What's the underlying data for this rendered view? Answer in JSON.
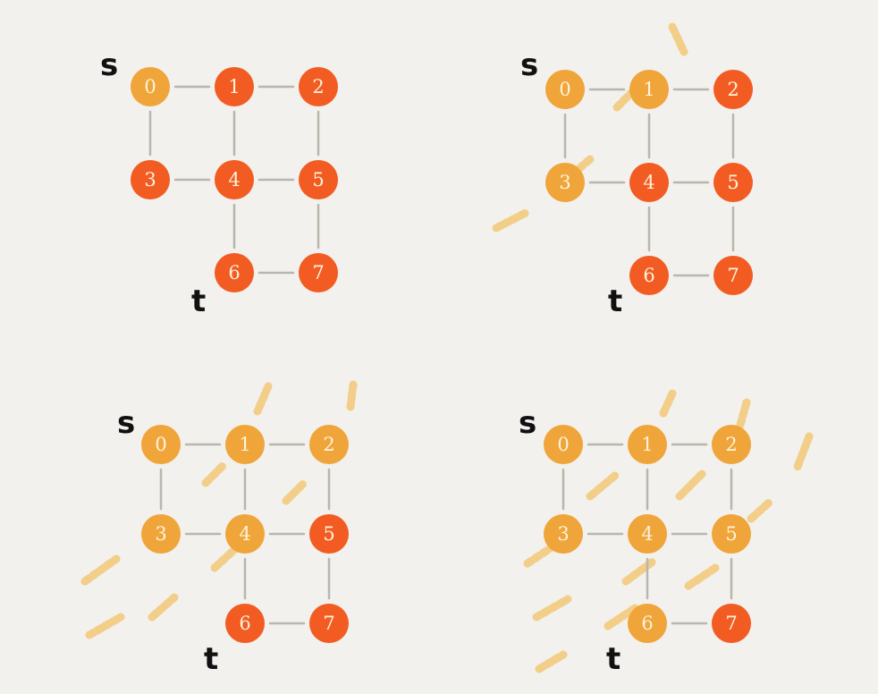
{
  "colors": {
    "background": "#f2f1ed",
    "visited": "#f0a53a",
    "unvisited": "#f25c22",
    "edge": "#b9b6ad",
    "trail": "#f3c878",
    "label_text": "#fdf3dc",
    "mark_text": "#111111"
  },
  "graph": {
    "nodes": [
      {
        "id": 0,
        "label": "0",
        "row": 0,
        "col": 0
      },
      {
        "id": 1,
        "label": "1",
        "row": 0,
        "col": 1
      },
      {
        "id": 2,
        "label": "2",
        "row": 0,
        "col": 2
      },
      {
        "id": 3,
        "label": "3",
        "row": 1,
        "col": 0
      },
      {
        "id": 4,
        "label": "4",
        "row": 1,
        "col": 1
      },
      {
        "id": 5,
        "label": "5",
        "row": 1,
        "col": 2
      },
      {
        "id": 6,
        "label": "6",
        "row": 2,
        "col": 1
      },
      {
        "id": 7,
        "label": "7",
        "row": 2,
        "col": 2
      }
    ],
    "edges": [
      [
        0,
        1
      ],
      [
        1,
        2
      ],
      [
        0,
        3
      ],
      [
        1,
        4
      ],
      [
        2,
        5
      ],
      [
        3,
        4
      ],
      [
        4,
        5
      ],
      [
        4,
        6
      ],
      [
        5,
        7
      ],
      [
        6,
        7
      ]
    ],
    "source_label": "s",
    "target_label": "t"
  },
  "panels": [
    {
      "id": "step-1",
      "visited": [
        0
      ]
    },
    {
      "id": "step-2",
      "visited": [
        0,
        1,
        3
      ]
    },
    {
      "id": "step-3",
      "visited": [
        0,
        1,
        3,
        2,
        4
      ]
    },
    {
      "id": "step-4",
      "visited": [
        0,
        1,
        3,
        2,
        4,
        5,
        6
      ]
    }
  ]
}
